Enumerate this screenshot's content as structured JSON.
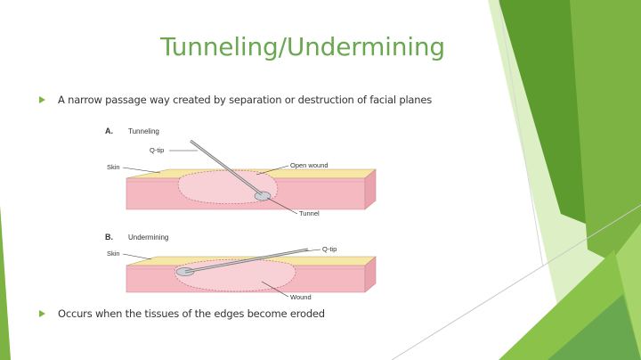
{
  "slide": {
    "title": "Tunneling/Undermining",
    "bullets": [
      "A narrow passage way created by separation or destruction of facial planes",
      "Occurs when the tissues of the edges become eroded"
    ]
  },
  "figure": {
    "panel_a": {
      "letter": "A.",
      "heading": "Tunneling",
      "labels": {
        "qtip": "Q-tip",
        "skin": "Skin",
        "open_wound": "Open wound",
        "tunnel": "Tunnel"
      }
    },
    "panel_b": {
      "letter": "B.",
      "heading": "Undermining",
      "labels": {
        "skin": "Skin",
        "qtip": "Q-tip",
        "wound": "Wound"
      }
    }
  },
  "theme": {
    "accent": "#6aa84f",
    "green_dark": "#5e9b2f",
    "green_light": "#a6d36a",
    "skin_pink": "#f4b9c1",
    "skin_yellow": "#f7e7a6"
  }
}
